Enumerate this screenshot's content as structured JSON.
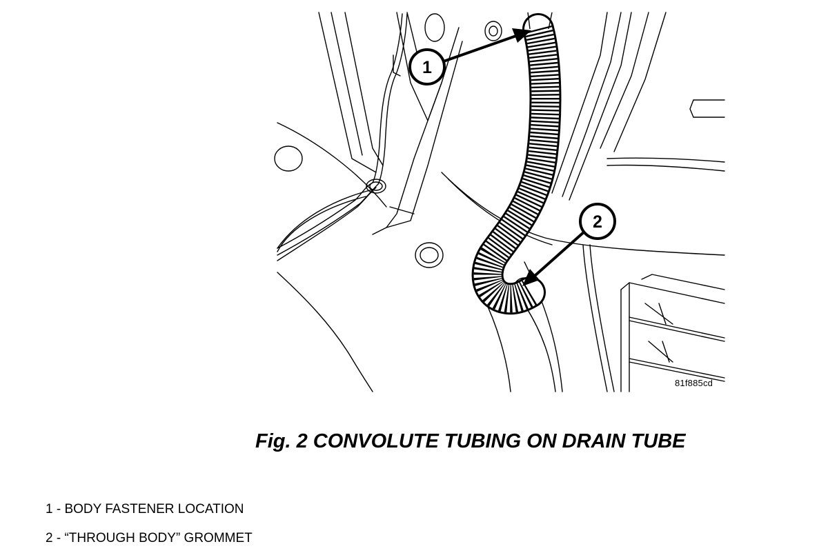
{
  "figure": {
    "code": "81f885cd",
    "title": "Fig. 2 CONVOLUTE TUBING ON DRAIN TUBE"
  },
  "callouts": [
    {
      "number": "1",
      "label": "BODY FASTENER LOCATION"
    },
    {
      "number": "2",
      "label": "“THROUGH BODY” GROMMET"
    }
  ],
  "legend": [
    {
      "text": "1 - BODY FASTENER LOCATION"
    },
    {
      "text": "2 - “THROUGH BODY” GROMMET"
    }
  ]
}
